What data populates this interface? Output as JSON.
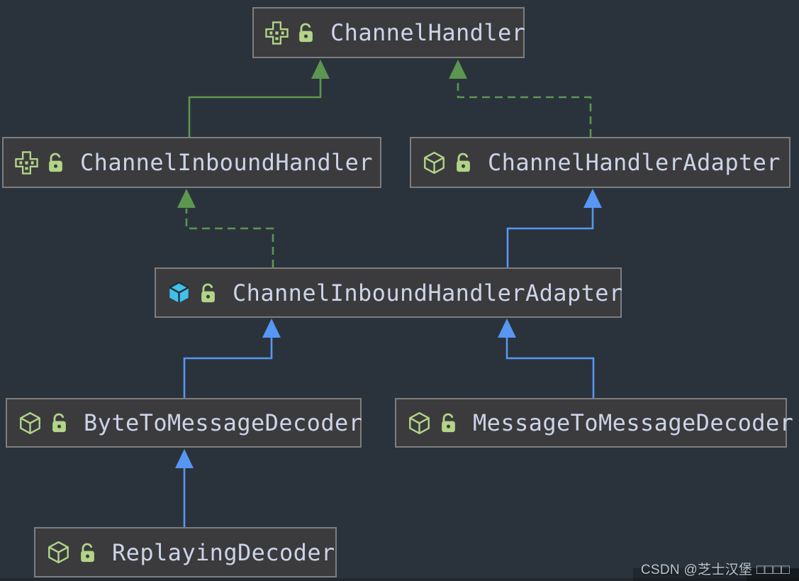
{
  "colors": {
    "bg": "#2a333b",
    "node-fill": "#3b3b3d",
    "node-border": "#7c7e80",
    "node-text": "#cdd4e9",
    "green": "#5c9750",
    "blue": "#5896f4",
    "icon-green": "#b2d488",
    "icon-cyan": "#42c0ea"
  },
  "diagram": {
    "description": "UML class diagram of Netty channel handler hierarchy",
    "classes": [
      {
        "name": "ChannelHandler",
        "kind": "interface",
        "visibility": "public",
        "icon_ref": "#interface-icon"
      },
      {
        "name": "ChannelInboundHandler",
        "kind": "interface",
        "visibility": "public",
        "icon_ref": "#interface-icon"
      },
      {
        "name": "ChannelHandlerAdapter",
        "kind": "class",
        "visibility": "public",
        "icon_ref": "#class-icon"
      },
      {
        "name": "ChannelInboundHandlerAdapter",
        "kind": "class",
        "visibility": "public",
        "icon_ref": "#class-icon-highlighted"
      },
      {
        "name": "ByteToMessageDecoder",
        "kind": "class",
        "visibility": "public",
        "icon_ref": "#class-icon"
      },
      {
        "name": "MessageToMessageDecoder",
        "kind": "class",
        "visibility": "public",
        "icon_ref": "#class-icon"
      },
      {
        "name": "ReplayingDecoder",
        "kind": "class",
        "visibility": "public",
        "icon_ref": "#class-icon"
      }
    ],
    "relations": [
      {
        "from": "ChannelInboundHandler",
        "to": "ChannelHandler",
        "type": "extends",
        "style": "solid",
        "color": "green"
      },
      {
        "from": "ChannelHandlerAdapter",
        "to": "ChannelHandler",
        "type": "implements",
        "style": "dashed",
        "color": "green"
      },
      {
        "from": "ChannelInboundHandlerAdapter",
        "to": "ChannelInboundHandler",
        "type": "implements",
        "style": "dashed",
        "color": "green"
      },
      {
        "from": "ChannelInboundHandlerAdapter",
        "to": "ChannelHandlerAdapter",
        "type": "extends",
        "style": "solid",
        "color": "blue"
      },
      {
        "from": "ByteToMessageDecoder",
        "to": "ChannelInboundHandlerAdapter",
        "type": "extends",
        "style": "solid",
        "color": "blue"
      },
      {
        "from": "MessageToMessageDecoder",
        "to": "ChannelInboundHandlerAdapter",
        "type": "extends",
        "style": "solid",
        "color": "blue"
      },
      {
        "from": "ReplayingDecoder",
        "to": "ByteToMessageDecoder",
        "type": "extends",
        "style": "solid",
        "color": "blue"
      }
    ]
  },
  "watermark": {
    "text": "CSDN @芝士汉堡 □□□□"
  }
}
